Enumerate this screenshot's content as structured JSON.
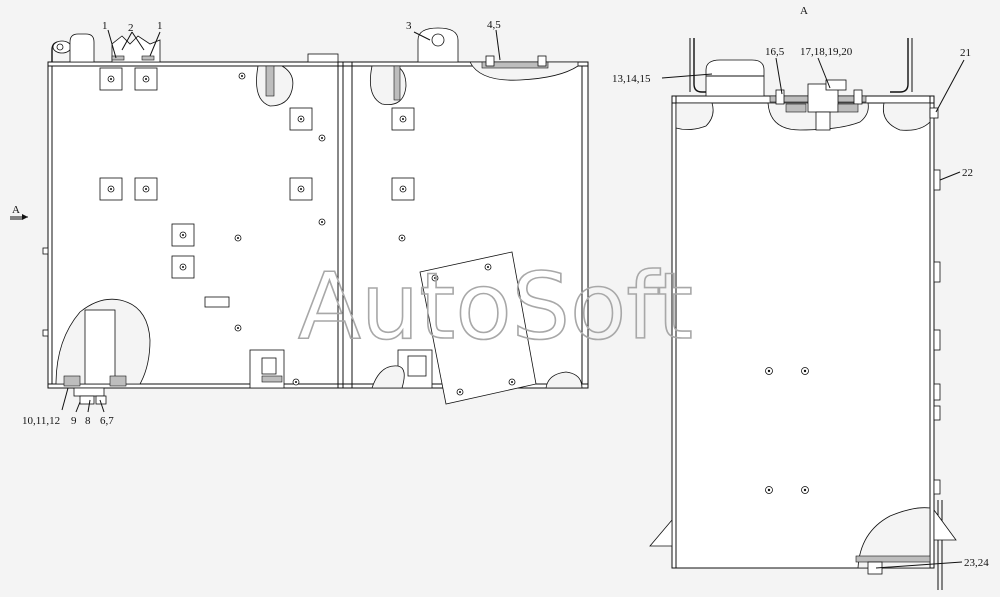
{
  "labels": {
    "view_a_top": "А",
    "view_a_arrow": "А",
    "callout_1_left": "1",
    "callout_2": "2",
    "callout_1_right": "1",
    "callout_3": "3",
    "callout_4_5": "4,5",
    "callout_10_11_12": "10,11,12",
    "callout_9": "9",
    "callout_8": "8",
    "callout_6_7": "6,7",
    "callout_13_14_15": "13,14,15",
    "callout_16_5": "16,5",
    "callout_17_18_19_20": "17,18,19,20",
    "callout_21": "21",
    "callout_22": "22",
    "callout_23_24": "23,24"
  },
  "watermark": "AutoSoft"
}
